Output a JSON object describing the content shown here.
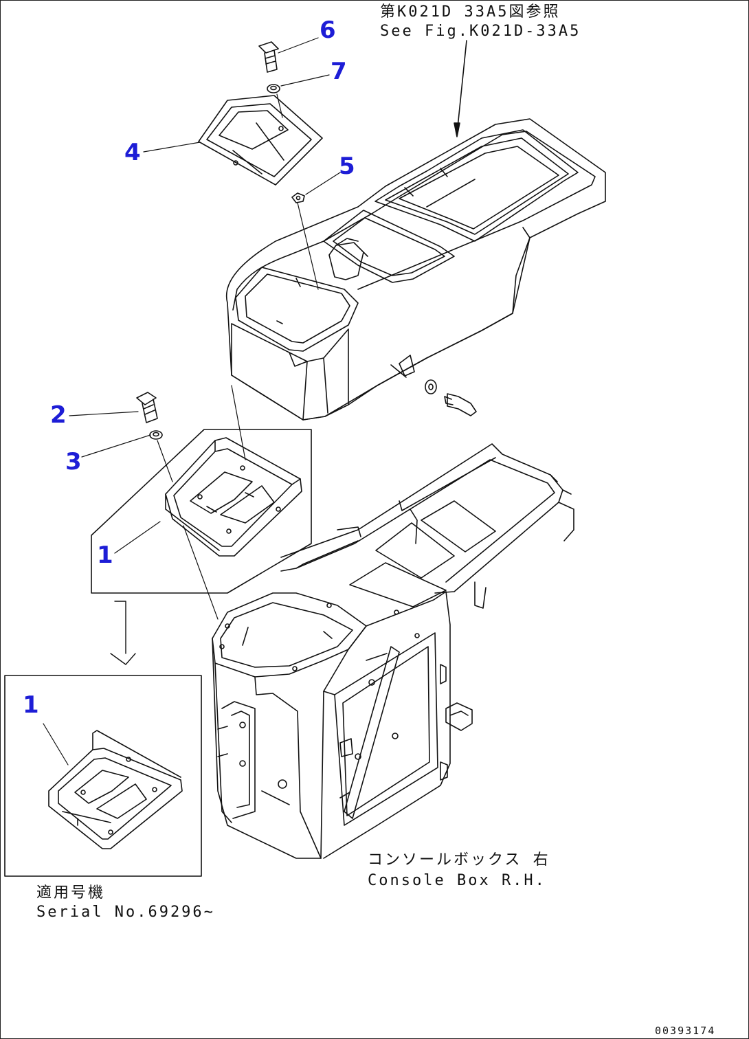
{
  "colors": {
    "callout": "#1d1dd6",
    "line": "#111111",
    "background": "#ffffff"
  },
  "reference": {
    "line1": "第K021D 33A5図参照",
    "line2": "See Fig.K021D-33A5"
  },
  "callouts": {
    "c6": "6",
    "c7": "7",
    "c4": "4",
    "c5": "5",
    "c2": "2",
    "c3": "3",
    "c1_main": "1",
    "c1_inset": "1"
  },
  "assembly_label": {
    "line1": "コンソールボックス 右",
    "line2": "Console Box R.H."
  },
  "serial_note": {
    "line1": "適用号機",
    "line2": "Serial No.69296~"
  },
  "doc_id": "00393174"
}
